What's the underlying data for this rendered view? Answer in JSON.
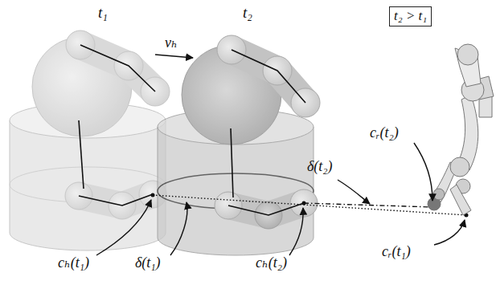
{
  "diagram": {
    "nodes": [
      {
        "text": [
          "t₂ > t₁"
        ]
      }
    ],
    "labels": [
      "t₁",
      "t₂",
      "vₕ",
      "δ(t₂)",
      "cᵣ(t₂)",
      "cₕ(t₁)",
      "δ(t₁)",
      "cₕ(t₂)",
      "cᵣ(t₁)"
    ]
  }
}
